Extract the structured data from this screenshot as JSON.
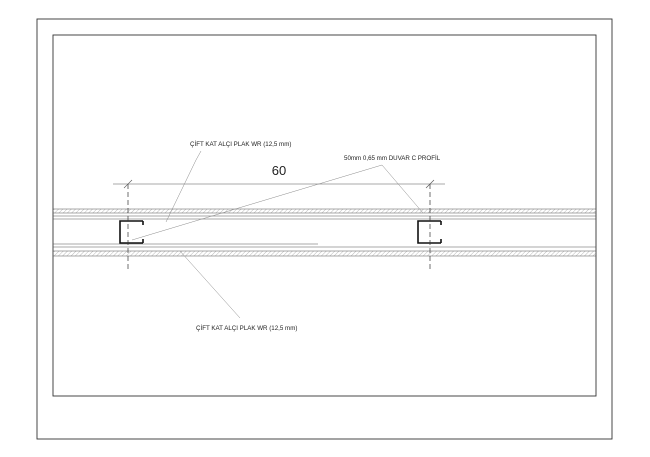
{
  "drawing": {
    "label_top": "ÇİFT KAT ALÇI PLAK WR (12,5 mm)",
    "label_bottom": "ÇİFT KAT ALÇI PLAK WR (12,5 mm)",
    "label_profile": "50mm 0,65 mm DUVAR C PROFİL",
    "dimension_value": "60"
  },
  "colors": {
    "line": "#333333",
    "hatch": "#9a9a9a",
    "text": "#222222"
  }
}
